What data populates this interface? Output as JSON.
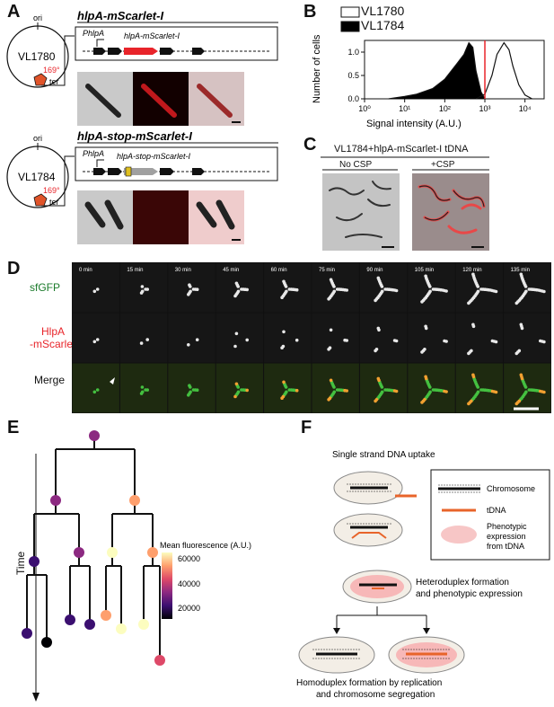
{
  "panels": {
    "A": "A",
    "B": "B",
    "C": "C",
    "D": "D",
    "E": "E",
    "F": "F"
  },
  "panelA": {
    "top": {
      "strain": "VL1780",
      "ori": "ori",
      "ter": "ter",
      "angle": "169°",
      "construct": "hlpA-mScarlet-I",
      "promoter": "PhlpA",
      "gene": "hlpA-mScarlet-I"
    },
    "bottom": {
      "strain": "VL1784",
      "ori": "ori",
      "ter": "ter",
      "angle": "169°",
      "construct": "hlpA-stop-mScarlet-I",
      "promoter": "PhlpA",
      "gene": "hlpA-stop-mScarlet-I"
    },
    "colors": {
      "red_gene": "#e8242a",
      "gray_gene": "#a0a0a0",
      "locus": "#e0542a"
    }
  },
  "panelB": {
    "legend": [
      {
        "name": "VL1780",
        "fill": "#ffffff"
      },
      {
        "name": "VL1784",
        "fill": "#000000"
      }
    ],
    "chart_data": {
      "type": "area",
      "xlabel": "Signal intensity (A.U.)",
      "ylabel": "Number of cells",
      "xscale": "log",
      "xlim": [
        1,
        30000
      ],
      "ylim": [
        0,
        1.25
      ],
      "yticks": [
        "0.0",
        "0.5",
        "1.0"
      ],
      "xticks": [
        "10⁰",
        "10¹",
        "10²",
        "10³",
        "10⁴"
      ],
      "threshold_line": {
        "x": 1000,
        "color": "#e8242a"
      },
      "series": [
        {
          "name": "VL1784",
          "style": "filled-black",
          "x": [
            4,
            10,
            20,
            50,
            100,
            200,
            300,
            400,
            500,
            600,
            800,
            1000
          ],
          "y": [
            0,
            0.05,
            0.1,
            0.22,
            0.42,
            0.75,
            0.95,
            1.2,
            1.1,
            0.6,
            0.15,
            0
          ]
        },
        {
          "name": "VL1780",
          "style": "outline",
          "x": [
            600,
            1000,
            1500,
            2000,
            3000,
            4000,
            5000,
            7000,
            10000,
            15000
          ],
          "y": [
            0,
            0.1,
            0.5,
            0.95,
            1.2,
            1.05,
            0.7,
            0.3,
            0.08,
            0
          ]
        }
      ]
    }
  },
  "panelC": {
    "title": "VL1784+hlpA-mScarlet-I tDNA",
    "col1": "No CSP",
    "col2": "+CSP"
  },
  "panelD": {
    "rows": [
      "sfGFP",
      "HlpA -mScarlet-I",
      "Merge"
    ],
    "row2_line1": "HlpA",
    "row2_line2": "-mScarlet-I",
    "times": [
      "0 min",
      "15 min",
      "30 min",
      "45 min",
      "60 min",
      "75 min",
      "90 min",
      "105 min",
      "120 min",
      "135 min"
    ]
  },
  "panelE": {
    "yaxis": "Time",
    "colorbar_title": "Mean fluorescence (A.U.)",
    "colorbar_ticks": [
      "60000",
      "40000",
      "20000"
    ],
    "colormap": [
      "#000004",
      "#3b0f70",
      "#8c2981",
      "#de4968",
      "#fe9f6d",
      "#fcfdbf"
    ]
  },
  "panelF": {
    "title": "Single strand DNA uptake",
    "legend": [
      {
        "label": "Chromosome",
        "kind": "chromosome"
      },
      {
        "label": "tDNA",
        "kind": "tdna"
      },
      {
        "label": "Phenotypic expression from tDNA",
        "kind": "pheno"
      }
    ],
    "legend_pheno_line1": "Phenotypic",
    "legend_pheno_line2": "expression",
    "legend_pheno_line3": "from tDNA",
    "step1_line1": "Heteroduplex formation",
    "step1_line2": "and phenotypic expression",
    "step2_line1": "Homoduplex formation by replication",
    "step2_line2": "and chromosome segregation",
    "colors": {
      "tdna": "#e8642a",
      "pheno": "#f7c6c6",
      "cell": "#f3eee6"
    }
  }
}
